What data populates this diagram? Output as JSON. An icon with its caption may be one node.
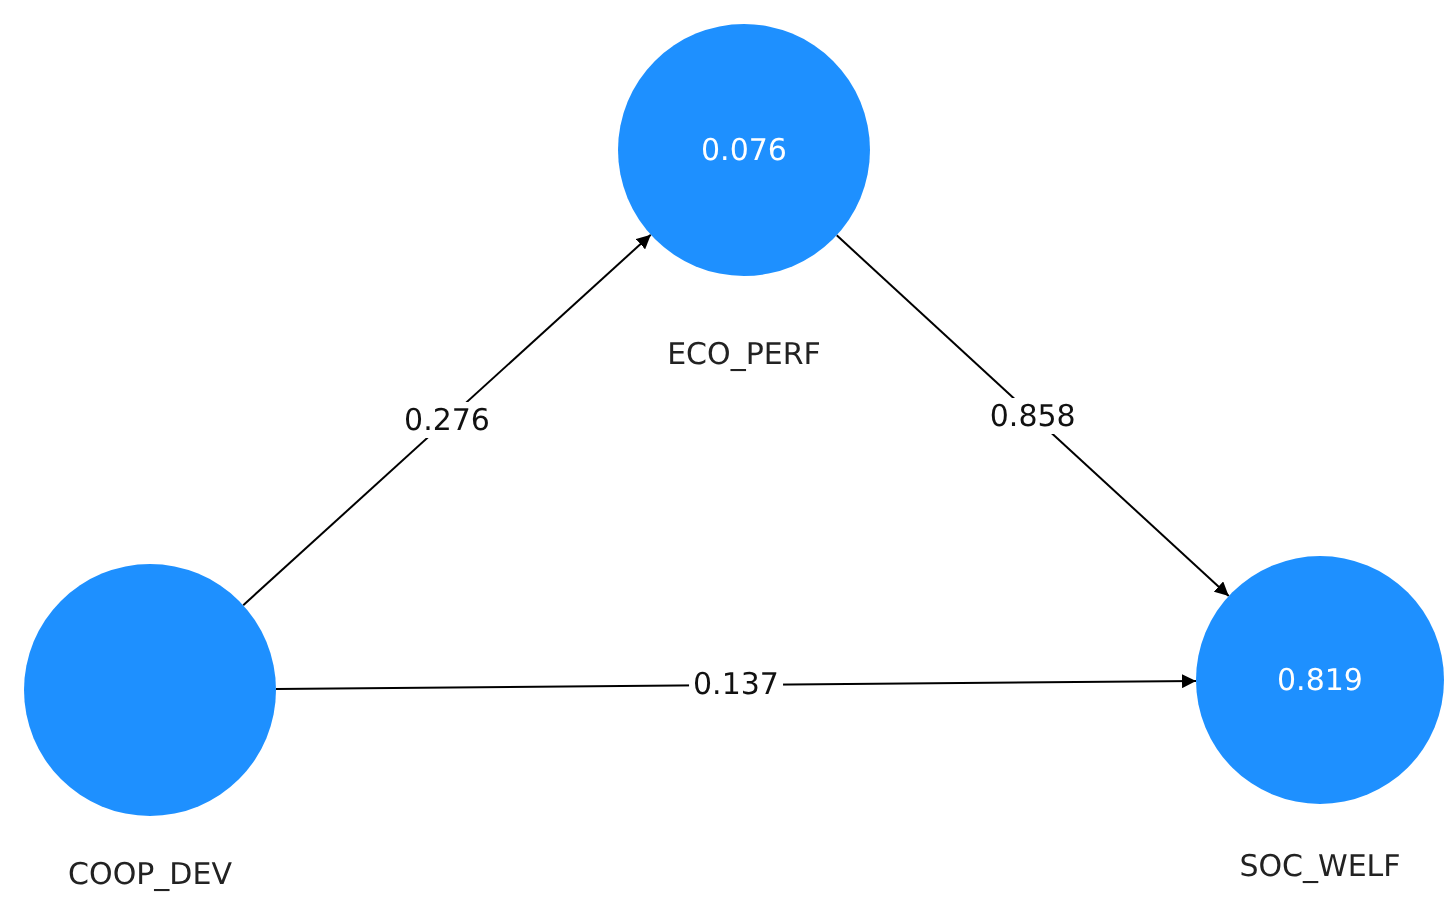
{
  "diagram": {
    "nodes": [
      {
        "text": [
          "0.076"
        ],
        "beside": [
          "ECO_PERF"
        ]
      },
      {
        "text": [],
        "shape": "circle",
        "beside": [
          "COOP_DEV"
        ]
      },
      {
        "text": [
          "0.819"
        ],
        "beside": [
          "SOC_WELF"
        ]
      }
    ],
    "edges": [
      {
        "from": 1,
        "to": 0,
        "arrow": "to",
        "label": "0.276"
      },
      {
        "from": 0,
        "to": 2,
        "arrow": "to",
        "label": "0.858"
      },
      {
        "from": 1,
        "to": 2,
        "arrow": "to",
        "label": "0.137"
      }
    ]
  }
}
